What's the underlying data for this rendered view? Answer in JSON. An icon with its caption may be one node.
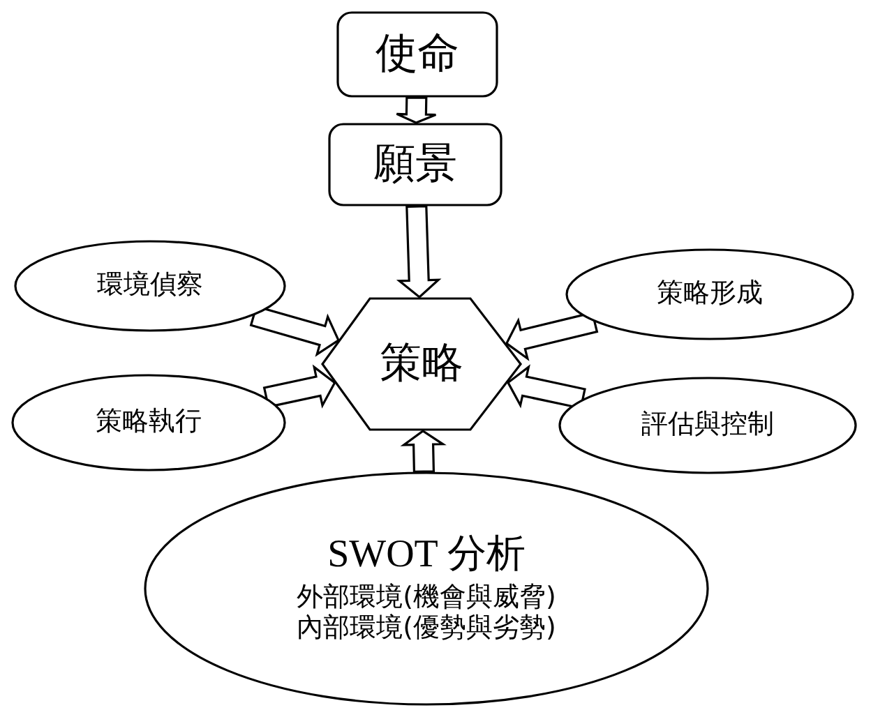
{
  "diagram": {
    "nodes": [
      {
        "text": [
          "使命"
        ]
      },
      {
        "text": [
          "願景"
        ]
      },
      {
        "text": [
          "策略"
        ]
      },
      {
        "text": [
          "環境偵察"
        ]
      },
      {
        "text": [
          "策略形成"
        ]
      },
      {
        "text": [
          "策略執行"
        ]
      },
      {
        "text": [
          "評估與控制"
        ]
      },
      {
        "text": [
          "SWOT 分析",
          "外部環境(機會與威脅)",
          "內部環境(優勢與劣勢)"
        ]
      }
    ],
    "edges": [
      {
        "from": 0,
        "to": 1,
        "arrow": "to"
      },
      {
        "from": 1,
        "to": 2,
        "arrow": "to"
      },
      {
        "from": 3,
        "to": 2,
        "arrow": "to"
      },
      {
        "from": 4,
        "to": 2,
        "arrow": "to"
      },
      {
        "from": 5,
        "to": 2,
        "arrow": "to"
      },
      {
        "from": 6,
        "to": 2,
        "arrow": "to"
      },
      {
        "from": 7,
        "to": 2,
        "arrow": "to"
      }
    ]
  }
}
